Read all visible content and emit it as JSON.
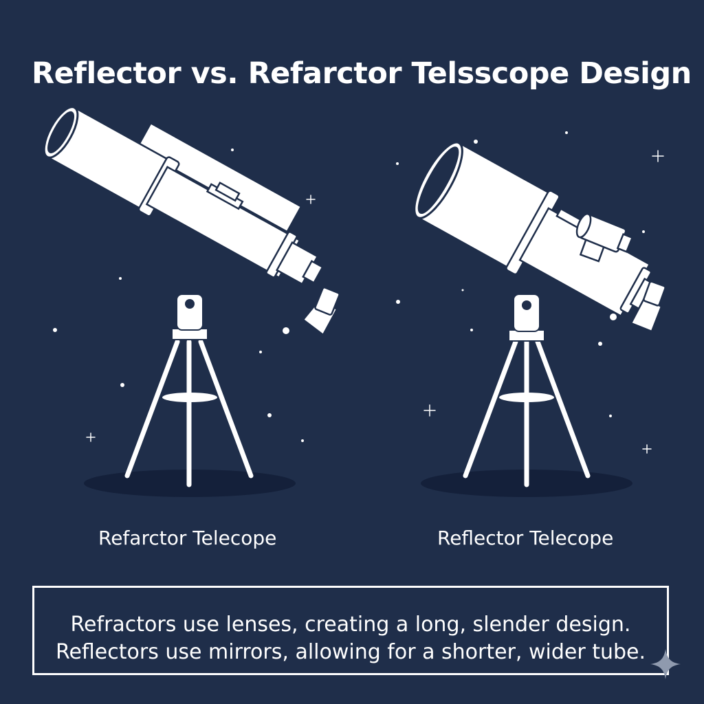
{
  "title": "Reflector vs. Refarctor Telsscope Design",
  "left_caption": "Refarctor Telecope",
  "right_caption": "Reflector Telecope",
  "description": {
    "line1": "Refractors use lenses, creating a long, slender design.",
    "line2": "Reflectors use mirrors, allowing for a shorter, wider tube."
  },
  "colors": {
    "background": "#1f2e4a",
    "foreground": "#ffffff"
  }
}
